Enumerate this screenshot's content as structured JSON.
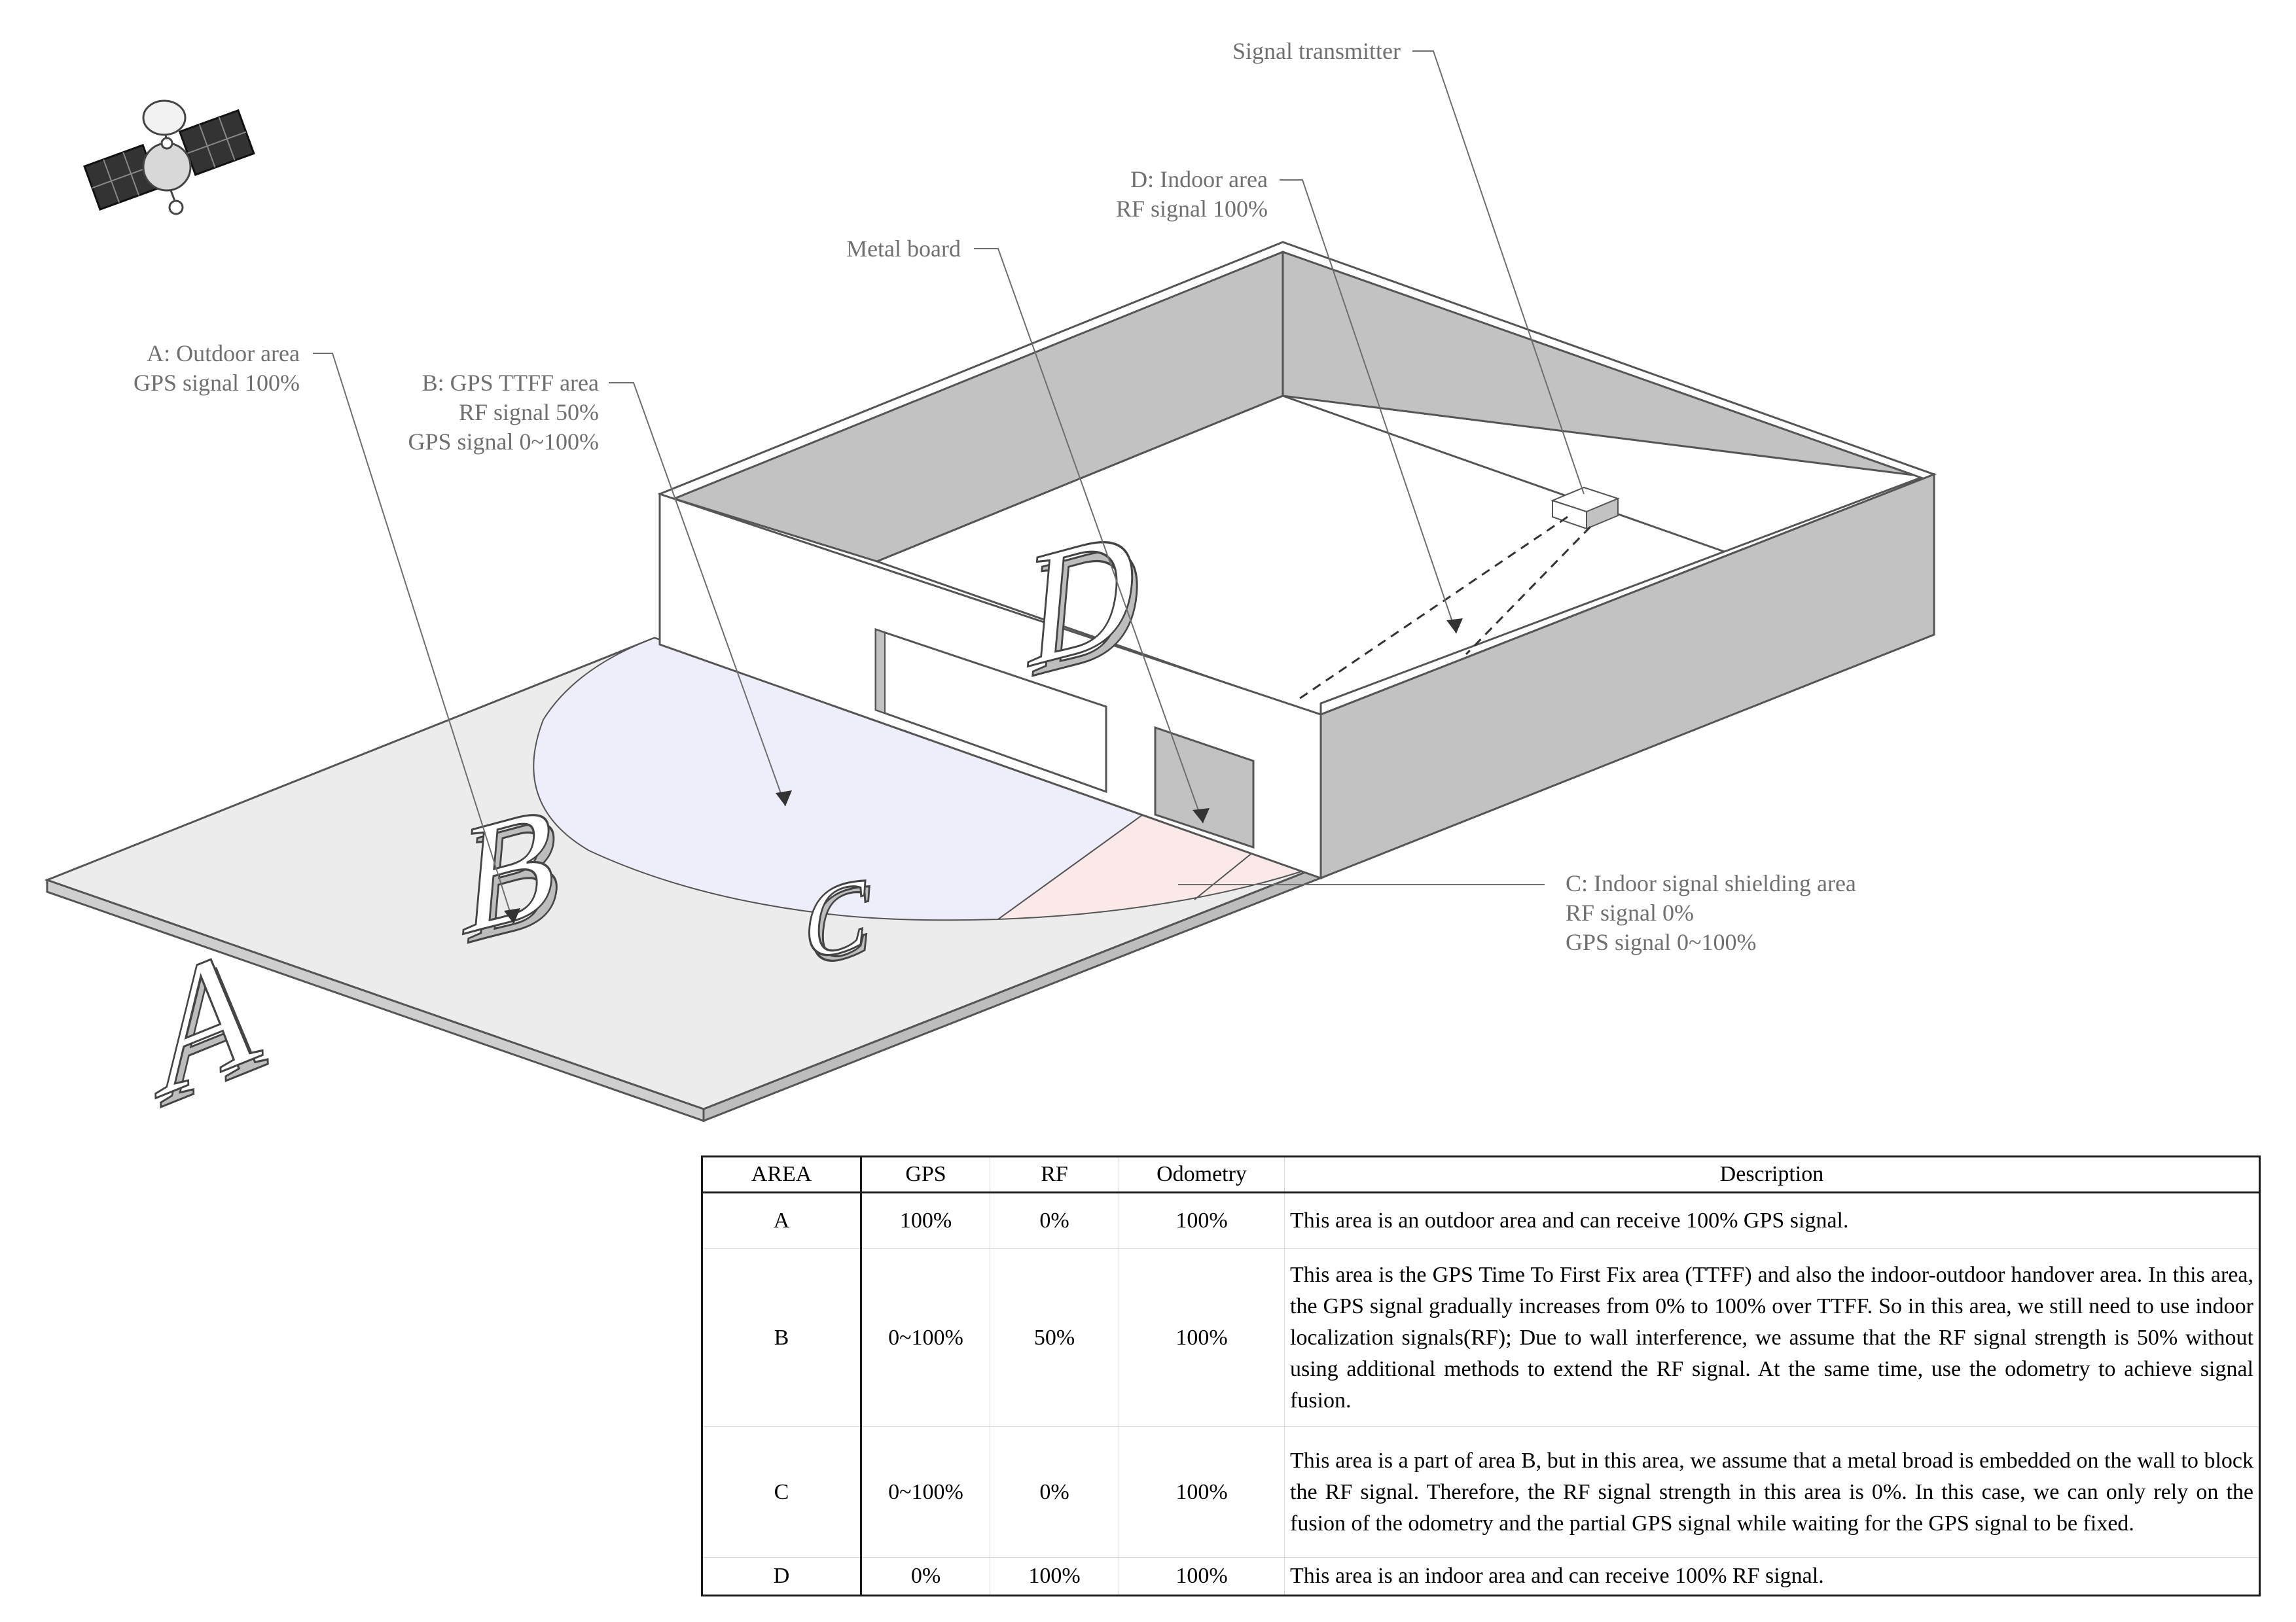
{
  "callouts": {
    "a_line1": "A: Outdoor area",
    "a_line2": "GPS signal 100%",
    "b_line1": "B: GPS TTFF area",
    "b_line2": "RF signal 50%",
    "b_line3": "GPS signal 0~100%",
    "metal_board": "Metal board",
    "d_line1": "D: Indoor area",
    "d_line2": "RF signal 100%",
    "transmitter": "Signal transmitter",
    "c_line1": "C: Indoor signal shielding area",
    "c_line2": "RF signal 0%",
    "c_line3": "GPS signal 0~100%"
  },
  "area_letters": {
    "a": "A",
    "b": "B",
    "c": "C",
    "d": "D"
  },
  "colors": {
    "ground": "#ececec",
    "area_b": "#eeeefb",
    "area_c": "#fbe9e9",
    "wall_inner": "#c2c2c2",
    "wall_outer": "#ffffff",
    "floor": "#ffffff",
    "leader": "#6e6e6e"
  },
  "icons": {
    "satellite": "satellite-icon"
  },
  "table": {
    "headers": {
      "area": "AREA",
      "gps": "GPS",
      "rf": "RF",
      "odometry": "Odometry",
      "description": "Description"
    },
    "rows": [
      {
        "area": "A",
        "gps": "100%",
        "rf": "0%",
        "odometry": "100%",
        "description": "This area is an outdoor area and can receive 100% GPS signal."
      },
      {
        "area": "B",
        "gps": "0~100%",
        "rf": "50%",
        "odometry": "100%",
        "description": "This area is the GPS Time To First Fix area (TTFF) and also the indoor-outdoor handover area. In this area, the GPS signal gradually increases from 0% to 100% over TTFF. So in this area, we still need to use indoor localization signals(RF); Due to wall interference, we assume that the RF signal strength is 50% without using additional methods to extend the RF signal. At the same time, use the odometry to achieve signal fusion."
      },
      {
        "area": "C",
        "gps": "0~100%",
        "rf": "0%",
        "odometry": "100%",
        "description": "This area is a part of area B, but in this area, we assume that a metal broad is embedded on the wall to block the RF signal. Therefore, the RF signal strength in this area is 0%. In this case, we can only rely on the fusion of the odometry and the partial GPS signal while waiting for the GPS signal to be fixed."
      },
      {
        "area": "D",
        "gps": "0%",
        "rf": "100%",
        "odometry": "100%",
        "description": "This area is an indoor area and can receive 100% RF signal."
      }
    ]
  }
}
